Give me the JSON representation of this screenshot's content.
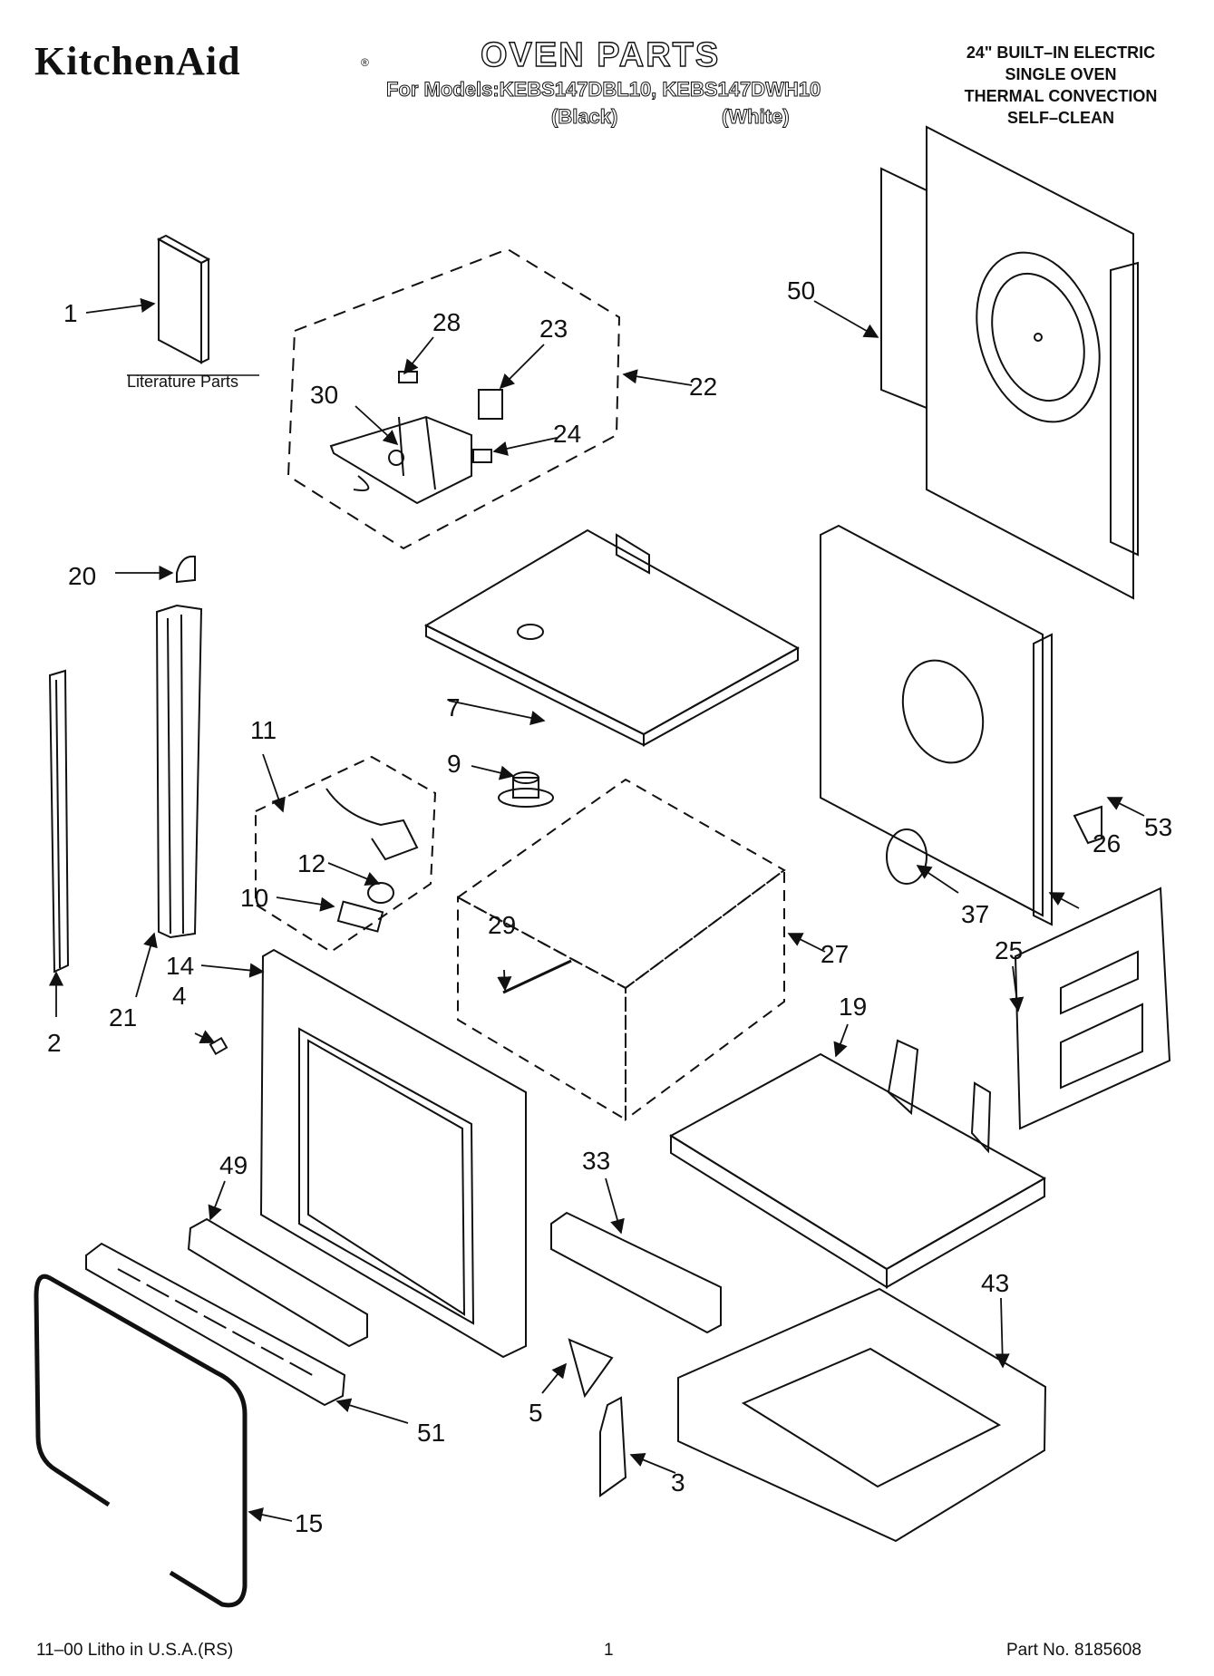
{
  "header": {
    "brand": "KitchenAid",
    "brand_mark": "®",
    "title": "OVEN PARTS",
    "models": "For Models:KEBS147DBL10, KEBS147DWH10",
    "black_label": "(Black)",
    "white_label": "(White)",
    "spec_lines": [
      "24\" BUILT–IN ELECTRIC",
      "SINGLE OVEN",
      "THERMAL CONVECTION",
      "SELF–CLEAN"
    ]
  },
  "literature_label": "Literature Parts",
  "callouts": [
    {
      "id": "c1",
      "label": "1"
    },
    {
      "id": "c2",
      "label": "2"
    },
    {
      "id": "c3",
      "label": "3"
    },
    {
      "id": "c4",
      "label": "4"
    },
    {
      "id": "c5",
      "label": "5"
    },
    {
      "id": "c7",
      "label": "7"
    },
    {
      "id": "c9",
      "label": "9"
    },
    {
      "id": "c10",
      "label": "10"
    },
    {
      "id": "c11",
      "label": "11"
    },
    {
      "id": "c12",
      "label": "12"
    },
    {
      "id": "c14",
      "label": "14"
    },
    {
      "id": "c15",
      "label": "15"
    },
    {
      "id": "c19",
      "label": "19"
    },
    {
      "id": "c20",
      "label": "20"
    },
    {
      "id": "c21",
      "label": "21"
    },
    {
      "id": "c22",
      "label": "22"
    },
    {
      "id": "c23",
      "label": "23"
    },
    {
      "id": "c24",
      "label": "24"
    },
    {
      "id": "c25",
      "label": "25"
    },
    {
      "id": "c26",
      "label": "26"
    },
    {
      "id": "c27",
      "label": "27"
    },
    {
      "id": "c28",
      "label": "28"
    },
    {
      "id": "c29",
      "label": "29"
    },
    {
      "id": "c30",
      "label": "30"
    },
    {
      "id": "c33",
      "label": "33"
    },
    {
      "id": "c37",
      "label": "37"
    },
    {
      "id": "c43",
      "label": "43"
    },
    {
      "id": "c49",
      "label": "49"
    },
    {
      "id": "c50",
      "label": "50"
    },
    {
      "id": "c51",
      "label": "51"
    },
    {
      "id": "c53",
      "label": "53"
    }
  ],
  "footer": {
    "litho": "11–00 Litho in U.S.A.(RS)",
    "page": "1",
    "part_no": "Part No. 8185608"
  }
}
